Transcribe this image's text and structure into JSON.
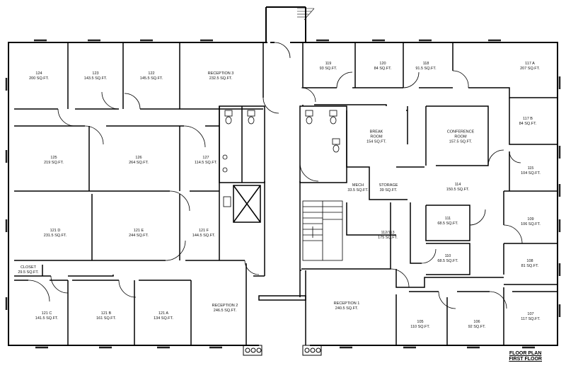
{
  "plan": {
    "title": "FLOOR PLAN",
    "subtitle": "FIRST FLOOR",
    "rooms": [
      {
        "id": "room-124",
        "name": "124",
        "area": "200 SQ.FT."
      },
      {
        "id": "room-123",
        "name": "123",
        "area": "143.5 SQ.FT."
      },
      {
        "id": "room-122",
        "name": "122",
        "area": "145.5 SQ.FT."
      },
      {
        "id": "room-reception-3",
        "name": "RECEPTION 3",
        "area": "232.5 SQ.FT."
      },
      {
        "id": "room-119",
        "name": "119",
        "area": "93 SQ.FT."
      },
      {
        "id": "room-120",
        "name": "120",
        "area": "84 SQ.FT."
      },
      {
        "id": "room-118",
        "name": "118",
        "area": "91.5 SQ.FT."
      },
      {
        "id": "room-117a",
        "name": "117 A",
        "area": "207 SQ.FT."
      },
      {
        "id": "room-117b",
        "name": "117 B",
        "area": "84 SQ.FT."
      },
      {
        "id": "room-125",
        "name": "125",
        "area": "219 SQ.FT."
      },
      {
        "id": "room-126",
        "name": "126",
        "area": "264 SQ.FT."
      },
      {
        "id": "room-127",
        "name": "127",
        "area": "114.5 SQ.FT."
      },
      {
        "id": "room-break",
        "name": "BREAK ROOM",
        "area": "154 SQ.FT."
      },
      {
        "id": "room-conference",
        "name": "CONFERENCE ROOM",
        "area": "157.5 SQ.FT."
      },
      {
        "id": "room-115",
        "name": "115",
        "area": "104 SQ.FT."
      },
      {
        "id": "room-mech",
        "name": "MECH",
        "area": "33.5 SQ.FT."
      },
      {
        "id": "room-storage",
        "name": "STORAGE",
        "area": "39 SQ.FT."
      },
      {
        "id": "room-114",
        "name": "114",
        "area": "150.5 SQ.FT."
      },
      {
        "id": "room-121d",
        "name": "121 D",
        "area": "231.5 SQ.FT."
      },
      {
        "id": "room-121e",
        "name": "121 E",
        "area": "244 SQ.FT."
      },
      {
        "id": "room-121f",
        "name": "121 F",
        "area": "144.5 SQ.FT."
      },
      {
        "id": "room-112-113",
        "name": "112/113",
        "area": "175 SQ.FT."
      },
      {
        "id": "room-111",
        "name": "111",
        "area": "68.5 SQ.FT."
      },
      {
        "id": "room-109",
        "name": "109",
        "area": "106 SQ.FT."
      },
      {
        "id": "room-110",
        "name": "110",
        "area": "68.5 SQ.FT."
      },
      {
        "id": "room-108",
        "name": "108",
        "area": "81 SQ.FT."
      },
      {
        "id": "room-closet",
        "name": "CLOSET",
        "area": "29.5 SQ.FT."
      },
      {
        "id": "room-121c",
        "name": "121 C",
        "area": "141.5 SQ.FT."
      },
      {
        "id": "room-121b",
        "name": "121 B",
        "area": "161 SQ.FT."
      },
      {
        "id": "room-121a",
        "name": "121 A",
        "area": "134 SQ.FT."
      },
      {
        "id": "room-reception-2",
        "name": "RECEPTION 2",
        "area": "246.5 SQ.FT."
      },
      {
        "id": "room-reception-1",
        "name": "RECEPTION 1",
        "area": "240.5 SQ.FT."
      },
      {
        "id": "room-105",
        "name": "105",
        "area": "110 SQ.FT."
      },
      {
        "id": "room-106",
        "name": "106",
        "area": "92 SQ.FT."
      },
      {
        "id": "room-107",
        "name": "107",
        "area": "117 SQ.FT."
      }
    ]
  }
}
